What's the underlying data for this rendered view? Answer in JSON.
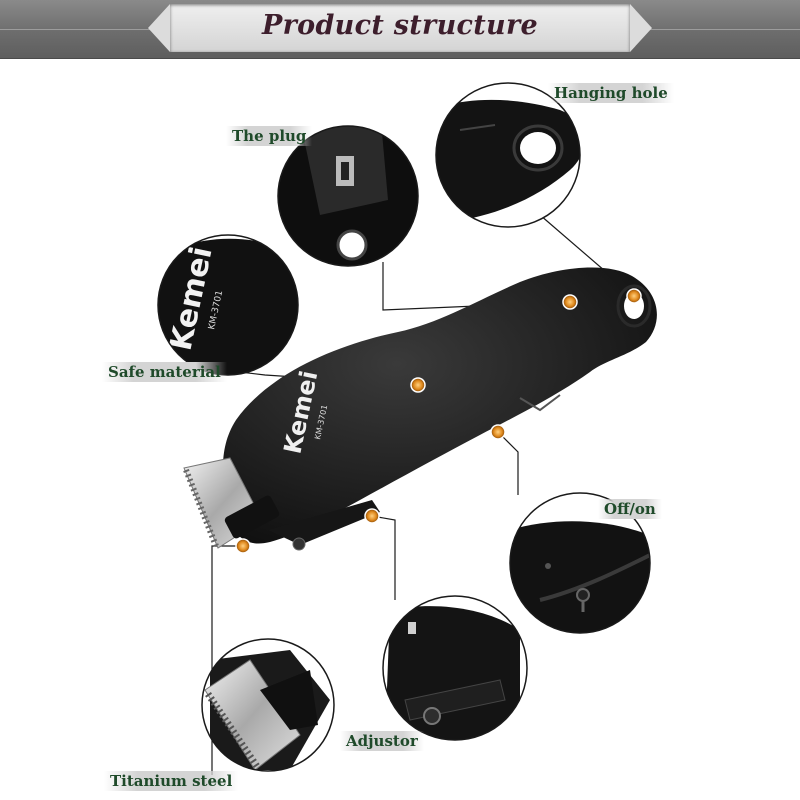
{
  "header": {
    "title": "Product structure"
  },
  "brand": {
    "name": "Kemei",
    "model": "KM-3701"
  },
  "labels": {
    "plug": "The plug",
    "hanging_hole": "Hanging hole",
    "safe_material": "Safe material",
    "off_on": "Off/on",
    "adjustor": "Adjustor",
    "titanium_steel": "Titanium steel"
  },
  "colors": {
    "marker": "#e08a1e",
    "body": "#1a1a1a",
    "label_text": "#1f4a2a",
    "title_text": "#3d1e2c"
  }
}
